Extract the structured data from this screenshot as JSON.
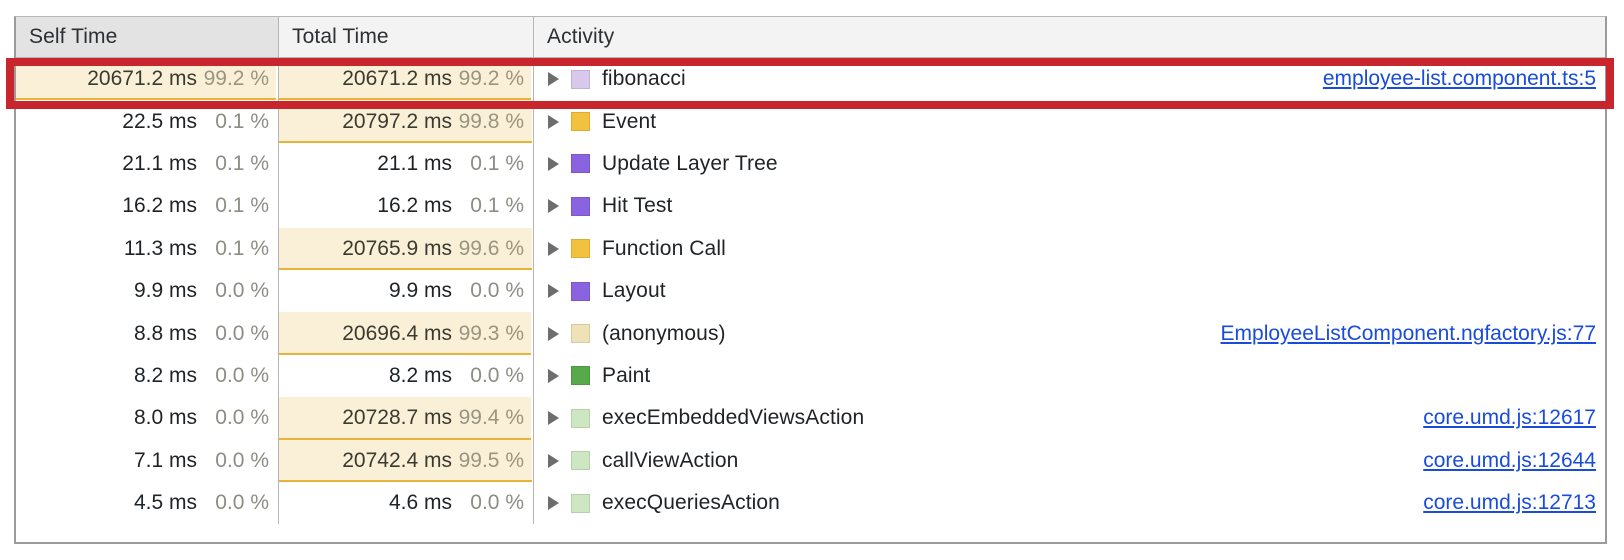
{
  "table": {
    "columns": [
      {
        "key": "self_time",
        "label": "Self Time",
        "sorted": true
      },
      {
        "key": "total_time",
        "label": "Total Time",
        "sorted": false
      },
      {
        "key": "activity",
        "label": "Activity",
        "sorted": false
      }
    ],
    "rows": [
      {
        "self_ms": "20671.2 ms",
        "self_pct": "99.2 %",
        "self_highlight": true,
        "self_fill_pct": 99.2,
        "total_ms": "20671.2 ms",
        "total_pct": "99.2 %",
        "total_highlight": true,
        "total_fill_pct": 99.2,
        "activity": "fibonacci",
        "swatch": "#d9c8ee",
        "swatch_name": "color-swatch-scripting-light-purple",
        "link": "employee-list.component.ts:5",
        "expanded": false
      },
      {
        "self_ms": "22.5 ms",
        "self_pct": "0.1 %",
        "self_highlight": false,
        "self_fill_pct": 0.1,
        "total_ms": "20797.2 ms",
        "total_pct": "99.8 %",
        "total_highlight": true,
        "total_fill_pct": 99.8,
        "activity": "Event",
        "swatch": "#f2c13d",
        "swatch_name": "color-swatch-event-yellow",
        "link": "",
        "expanded": false
      },
      {
        "self_ms": "21.1 ms",
        "self_pct": "0.1 %",
        "self_highlight": false,
        "self_fill_pct": 0.1,
        "total_ms": "21.1 ms",
        "total_pct": "0.1 %",
        "total_highlight": false,
        "total_fill_pct": 0.1,
        "activity": "Update Layer Tree",
        "swatch": "#8a63e0",
        "swatch_name": "color-swatch-rendering-purple",
        "link": "",
        "expanded": false
      },
      {
        "self_ms": "16.2 ms",
        "self_pct": "0.1 %",
        "self_highlight": false,
        "self_fill_pct": 0.1,
        "total_ms": "16.2 ms",
        "total_pct": "0.1 %",
        "total_highlight": false,
        "total_fill_pct": 0.1,
        "activity": "Hit Test",
        "swatch": "#8a63e0",
        "swatch_name": "color-swatch-rendering-purple",
        "link": "",
        "expanded": false
      },
      {
        "self_ms": "11.3 ms",
        "self_pct": "0.1 %",
        "self_highlight": false,
        "self_fill_pct": 0.1,
        "total_ms": "20765.9 ms",
        "total_pct": "99.6 %",
        "total_highlight": true,
        "total_fill_pct": 99.6,
        "activity": "Function Call",
        "swatch": "#f2c13d",
        "swatch_name": "color-swatch-scripting-yellow",
        "link": "",
        "expanded": false
      },
      {
        "self_ms": "9.9 ms",
        "self_pct": "0.0 %",
        "self_highlight": false,
        "self_fill_pct": 0.0,
        "total_ms": "9.9 ms",
        "total_pct": "0.0 %",
        "total_highlight": false,
        "total_fill_pct": 0.0,
        "activity": "Layout",
        "swatch": "#8a63e0",
        "swatch_name": "color-swatch-rendering-purple",
        "link": "",
        "expanded": false
      },
      {
        "self_ms": "8.8 ms",
        "self_pct": "0.0 %",
        "self_highlight": false,
        "self_fill_pct": 0.0,
        "total_ms": "20696.4 ms",
        "total_pct": "99.3 %",
        "total_highlight": true,
        "total_fill_pct": 99.3,
        "activity": "(anonymous)",
        "swatch": "#eee2b6",
        "swatch_name": "color-swatch-scripting-cream",
        "link": "EmployeeListComponent.ngfactory.js:77",
        "expanded": false
      },
      {
        "self_ms": "8.2 ms",
        "self_pct": "0.0 %",
        "self_highlight": false,
        "self_fill_pct": 0.0,
        "total_ms": "8.2 ms",
        "total_pct": "0.0 %",
        "total_highlight": false,
        "total_fill_pct": 0.0,
        "activity": "Paint",
        "swatch": "#58a94c",
        "swatch_name": "color-swatch-painting-green",
        "link": "",
        "expanded": false
      },
      {
        "self_ms": "8.0 ms",
        "self_pct": "0.0 %",
        "self_highlight": false,
        "self_fill_pct": 0.0,
        "total_ms": "20728.7 ms",
        "total_pct": "99.4 %",
        "total_highlight": true,
        "total_fill_pct": 99.4,
        "activity": "execEmbeddedViewsAction",
        "swatch": "#cde7c2",
        "swatch_name": "color-swatch-light-green",
        "link": "core.umd.js:12617",
        "expanded": false
      },
      {
        "self_ms": "7.1 ms",
        "self_pct": "0.0 %",
        "self_highlight": false,
        "self_fill_pct": 0.0,
        "total_ms": "20742.4 ms",
        "total_pct": "99.5 %",
        "total_highlight": true,
        "total_fill_pct": 99.5,
        "activity": "callViewAction",
        "swatch": "#cde7c2",
        "swatch_name": "color-swatch-light-green",
        "link": "core.umd.js:12644",
        "expanded": false
      },
      {
        "self_ms": "4.5 ms",
        "self_pct": "0.0 %",
        "self_highlight": false,
        "self_fill_pct": 0.0,
        "total_ms": "4.6 ms",
        "total_pct": "0.0 %",
        "total_highlight": false,
        "total_fill_pct": 0.0,
        "activity": "execQueriesAction",
        "swatch": "#cde7c2",
        "swatch_name": "color-swatch-light-green",
        "link": "core.umd.js:12713",
        "expanded": false
      }
    ]
  },
  "annotation": {
    "highlight_row_index": 0,
    "color": "#c9252d"
  },
  "colors": {
    "link": "#1a4cdb",
    "highlight_fill": "#faf0d7",
    "highlight_bar": "#e8b339",
    "header_bg": "#f3f3f3",
    "header_sorted_bg": "#e3e3e3",
    "text": "#1f2326",
    "percent_text": "#8d8d86"
  }
}
